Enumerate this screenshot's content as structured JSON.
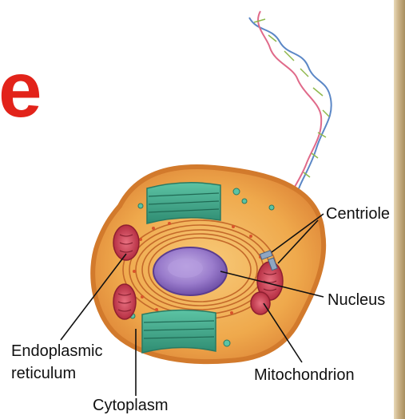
{
  "heading_fragment": "e",
  "labels": {
    "centriole": "Centriole",
    "nucleus": "Nucleus",
    "mitochondrion": "Mitochondrion",
    "endoplasmic_reticulum_line1": "Endoplasmic",
    "endoplasmic_reticulum_line2": "reticulum",
    "cytoplasm": "Cytoplasm"
  },
  "colors": {
    "heading": "#e2231a",
    "cell_membrane": "#e08a3a",
    "cytoplasm": "#f2b55e",
    "nucleus": "#8e6fc0",
    "golgi": "#3aa58a",
    "mitochondria": "#c8364a",
    "dna": "#5b87c6"
  }
}
